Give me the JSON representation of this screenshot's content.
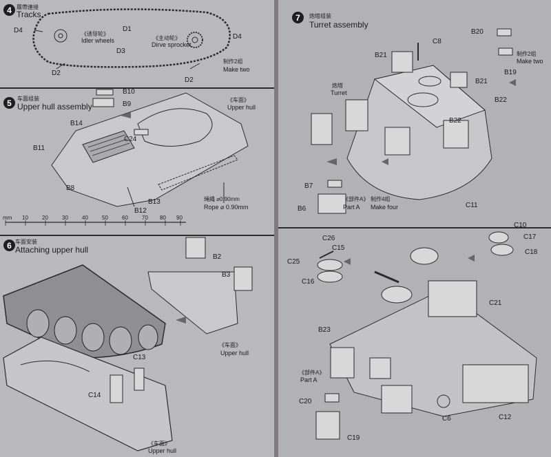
{
  "step4": {
    "number": "4",
    "title_zh": "履帶連接",
    "title_en": "Tracks",
    "parts": {
      "d1": "D1",
      "d2a": "D2",
      "d2b": "D2",
      "d3": "D3",
      "d4a": "D4",
      "d4b": "D4"
    },
    "idler_zh": "《诱导轮》",
    "idler_en": "Idler wheels",
    "sprocket_zh": "《主动轮》",
    "sprocket_en": "Dirve sprocket",
    "make_two_zh": "制作2组",
    "make_two_en": "Make two"
  },
  "step5": {
    "number": "5",
    "title_zh": "车面组装",
    "title_en": "Upper hull assembly",
    "parts": {
      "b10": "B10",
      "b9": "B9",
      "b14": "B14",
      "b11": "B11",
      "b8": "B8",
      "c24": "C24",
      "b12": "B12",
      "b13": "B13"
    },
    "upper_hull_zh": "《车面》",
    "upper_hull_en": "Upper hull",
    "rope_zh": "绳縄 ⌀0.90mm",
    "rope_en": "Rope ⌀ 0.90mm",
    "ruler_unit": "mm",
    "ruler_ticks": [
      "10",
      "20",
      "30",
      "40",
      "50",
      "60",
      "70",
      "80",
      "90"
    ]
  },
  "step6": {
    "number": "6",
    "title_zh": "车面安装",
    "title_en": "Attaching upper hull",
    "parts": {
      "b2": "B2",
      "b3": "B3",
      "c13": "C13",
      "c14": "C14"
    },
    "upper_hull_zh": "《车面》",
    "upper_hull_en": "Upper hull",
    "upper_hull2_zh": "《车面》",
    "upper_hull2_en": "Upper hull"
  },
  "step7": {
    "number": "7",
    "title_zh": "炮塔组装",
    "title_en": "Turret assembly",
    "parts": {
      "c8": "C8",
      "b20": "B20",
      "b21a": "B21",
      "b21b": "B21",
      "b19": "B19",
      "b22a": "B22",
      "b22b": "B22",
      "b7": "B7",
      "b6": "B6",
      "c11": "C11",
      "c10": "C10",
      "c17": "C17",
      "c18": "C18",
      "c26": "C26",
      "c15": "C15",
      "c25": "C25",
      "c16": "C16",
      "c21": "C21",
      "b23": "B23",
      "c20": "C20",
      "c19": "C19",
      "c6": "C6",
      "c12": "C12"
    },
    "turret_zh": "炮塔",
    "turret_en": "Turret",
    "make_two_zh": "制作2组",
    "make_two_en": "Make two",
    "part_a_zh": "《部件A》",
    "part_a_en": "Part A",
    "make_four_zh": "制作4组",
    "make_four_en": "Make four",
    "part_a2_zh": "《部件A》",
    "part_a2_en": "Part A"
  }
}
